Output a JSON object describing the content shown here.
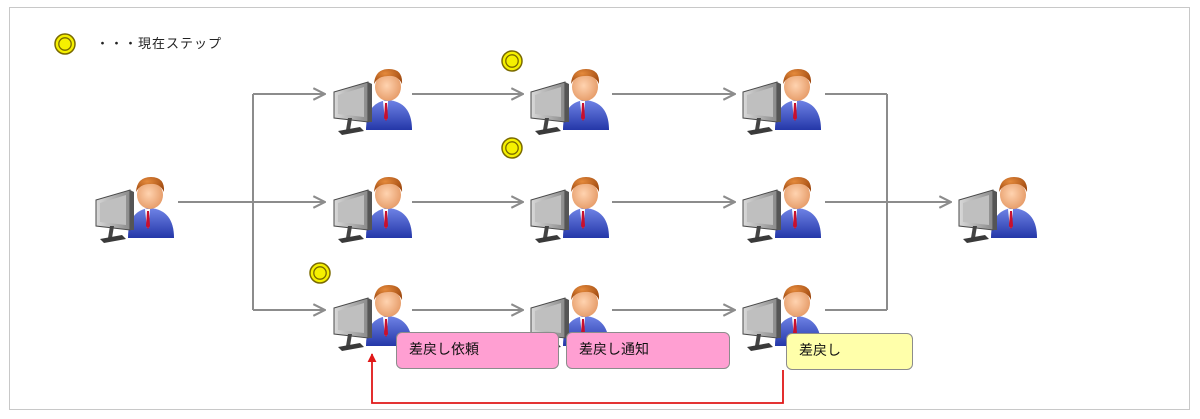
{
  "legend": {
    "text": "・・・現在ステップ"
  },
  "labels": {
    "return_request": "差戻し依頼",
    "return_notice": "差戻し通知",
    "return": "差戻し"
  },
  "colors": {
    "arrow": "#8c8c8c",
    "return_arrow": "#e01818",
    "marker_fill": "#f5f000",
    "marker_ring": "#7a6a00",
    "label_pink": "#ff9fd2",
    "label_yellow": "#ffffaa"
  },
  "icons": {
    "person": "user-at-computer-icon",
    "marker": "current-step-marker-icon"
  }
}
